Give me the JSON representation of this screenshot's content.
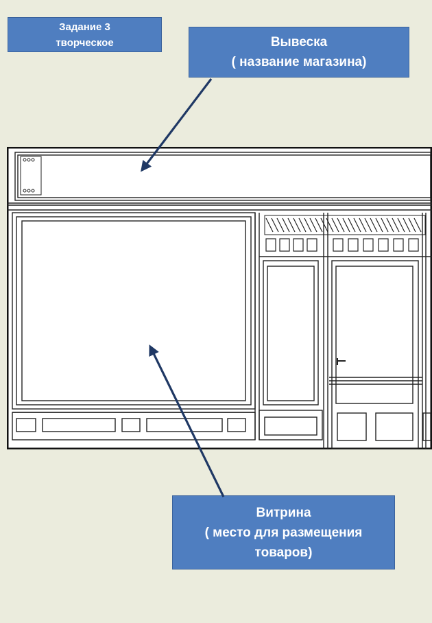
{
  "task_label": {
    "line1": "Задание 3",
    "line2": "творческое"
  },
  "sign_label": {
    "line1": "Вывеска",
    "line2": "( название магазина)"
  },
  "window_label": {
    "line1": "Витрина",
    "line2": "( место для размещения",
    "line3": "товаров)"
  },
  "colors": {
    "background": "#ebecdd",
    "label_fill": "#4f7ec0",
    "label_text": "#ffffff",
    "arrow": "#1f3864",
    "drawing_line": "#222222"
  }
}
